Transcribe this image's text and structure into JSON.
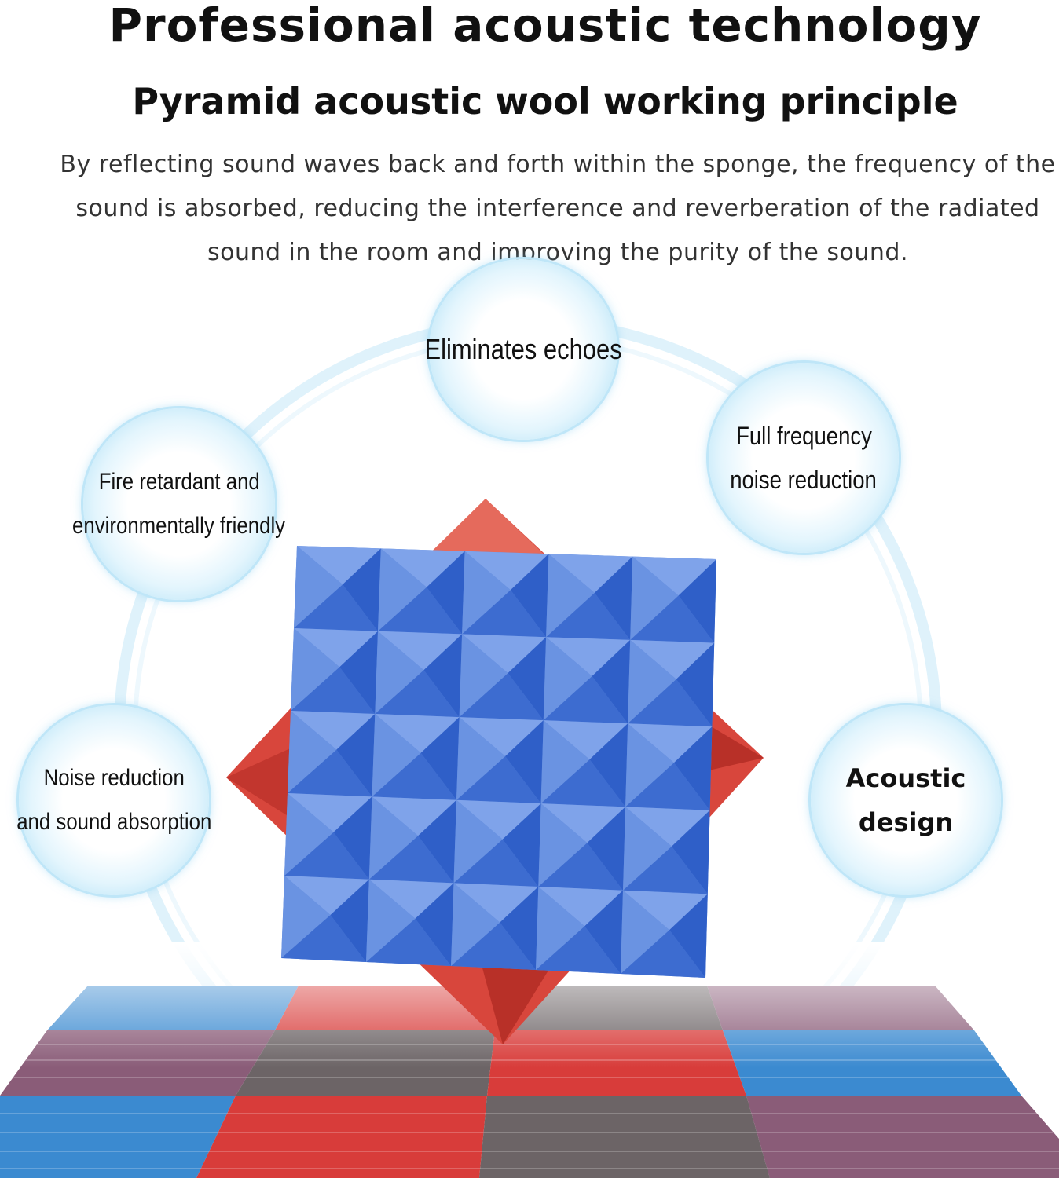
{
  "header": {
    "title": "Professional acoustic technology",
    "subtitle": "Pyramid acoustic wool working principle",
    "description_lines": [
      "By reflecting sound waves back and forth within the sponge, the frequency of the",
      "sound is absorbed, reducing the interference and reverberation of the radiated",
      "sound in the room and improving the purity of the sound."
    ]
  },
  "features": {
    "top": [
      "Eliminates echoes"
    ],
    "upper_left": [
      "Fire retardant and",
      "environmentally friendly"
    ],
    "upper_right": [
      "Full frequency",
      "noise reduction"
    ],
    "lower_left": [
      "Noise reduction",
      "and sound absorption"
    ],
    "lower_right": [
      "Acoustic",
      "design"
    ]
  },
  "colors": {
    "panel_blue": "#5a86dc",
    "panel_red": "#d8463c",
    "floor_blue": "#3b8ad0",
    "floor_red": "#d83c3a",
    "floor_gray": "#6c6466",
    "floor_mauve": "#8a5c78",
    "bubble_edge": "#8fd2f1"
  }
}
